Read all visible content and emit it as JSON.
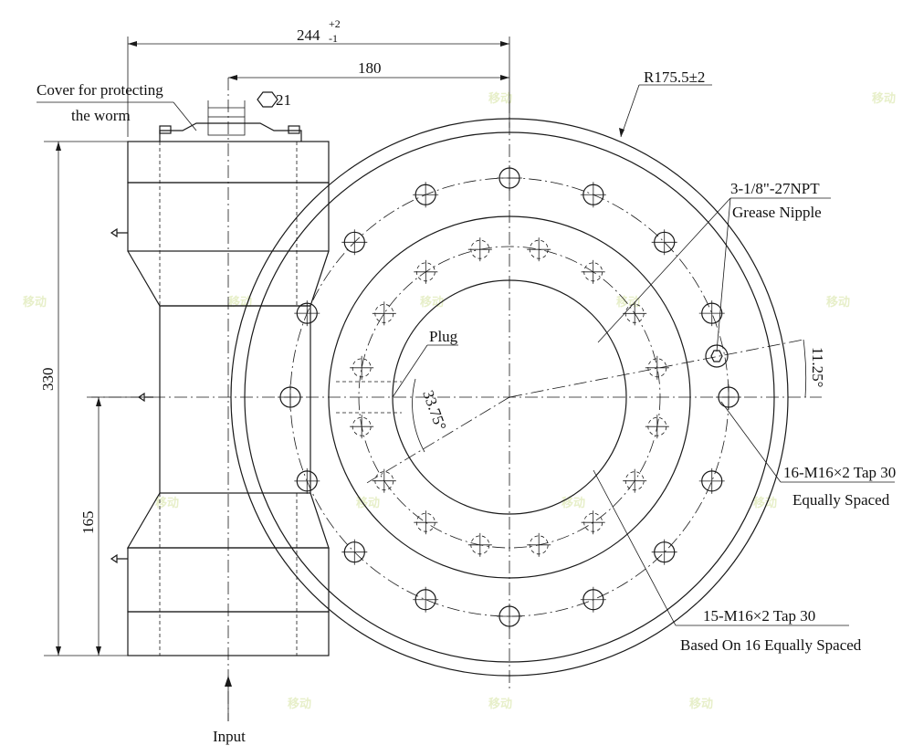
{
  "drawing": {
    "dimensions": {
      "overall_width": "244",
      "overall_width_tol_upper": "+2",
      "overall_width_tol_lower": "-1",
      "center_offset": "180",
      "total_height": "330",
      "input_height": "165",
      "radius": "R175.5±2",
      "hex_size": "21",
      "angle_small": "11.25°",
      "angle_large": "33.75°"
    },
    "annotations": {
      "cover_line1": "Cover for protecting",
      "cover_line2": "the worm",
      "grease_line1": "3-1/8\"-27NPT",
      "grease_line2": "Grease Nipple",
      "plug": "Plug",
      "tap16_line1": "16-M16×2 Tap 30",
      "tap16_line2": "Equally Spaced",
      "tap15_line1": "15-M16×2 Tap 30",
      "tap15_line2": "Based On 16 Equally Spaced",
      "input": "Input"
    },
    "watermark": {
      "text": "移动"
    },
    "colors": {
      "ink": "#1a1a1a",
      "watermark": "#e7efc9"
    }
  }
}
